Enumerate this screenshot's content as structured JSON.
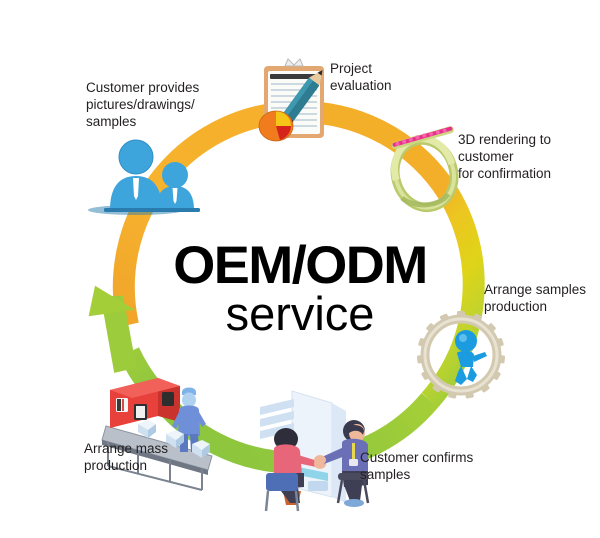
{
  "diagram": {
    "type": "cycle-process",
    "center_title": {
      "line1": "OEM/ODM",
      "line2": "service"
    },
    "arc": {
      "description": "circular arrow cycle, clockwise, gradient orange to green",
      "colors": {
        "start_orange": "#F5A623",
        "mid_yellow": "#E8D11A",
        "mid_green": "#B8D435",
        "end_green": "#8DC63F"
      },
      "arrowhead": "green-arrow-up-left"
    },
    "steps": [
      {
        "index": 1,
        "label": "Customer provides\npictures/drawings/\nsamples",
        "icon": "two-people-icon",
        "icon_colors": {
          "body": "#3EA4DC",
          "tie": "#FFFFFF"
        }
      },
      {
        "index": 2,
        "label": "Project\nevaluation",
        "icon": "clipboard-pencil-piechart-icon",
        "icon_colors": {
          "clipboard": "#E8A46A",
          "pencil": "#2E7C91",
          "pie": "#F07C1E"
        }
      },
      {
        "index": 3,
        "label": "3D rendering to customer\nfor confirmation",
        "icon": "gemstone-ring-icon",
        "icon_colors": {
          "band": "#C9D67A",
          "gems": "#E8308A"
        }
      },
      {
        "index": 4,
        "label": "Arrange samples\nproduction",
        "icon": "gear-with-running-figure-icon",
        "icon_colors": {
          "gear": "#D8CFB8",
          "figure": "#1B9BE0"
        }
      },
      {
        "index": 5,
        "label": "Customer confirms\nsamples",
        "icon": "handshake-meeting-icon",
        "icon_colors": {
          "person_left": "#E8667A",
          "person_right": "#6B6FB5",
          "desk": "#DCE8F5"
        }
      },
      {
        "index": 6,
        "label": "Arrange mass\nproduction",
        "icon": "conveyor-factory-icon",
        "icon_colors": {
          "machine": "#E8403A",
          "belt": "#8C95A0",
          "worker": "#6F8FD8"
        }
      }
    ]
  }
}
